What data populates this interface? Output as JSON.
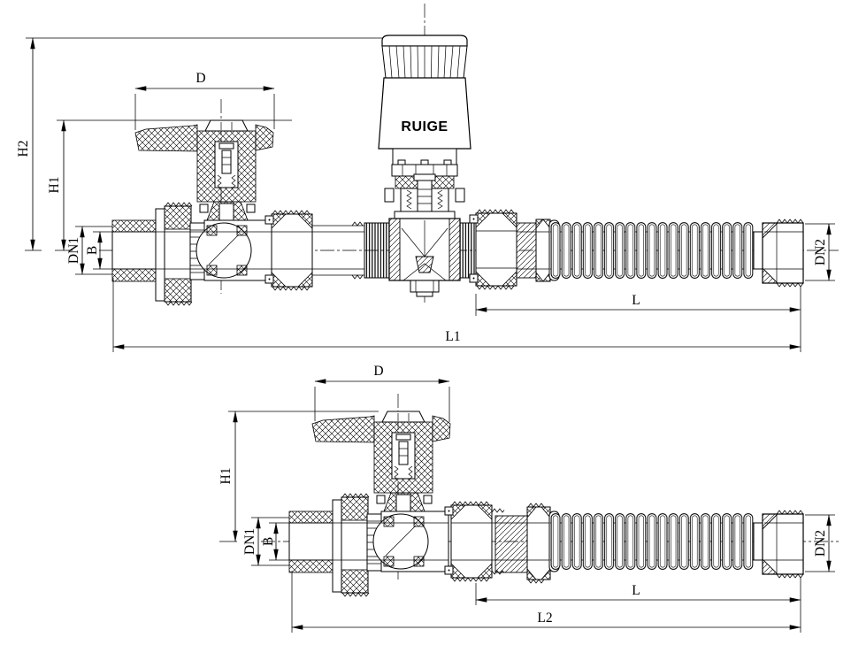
{
  "drawing": {
    "brand_label": "RUIGE",
    "colors": {
      "line": "#000000",
      "background": "#ffffff"
    },
    "top_view": {
      "labels": {
        "overall_height": "H2",
        "handle_height": "H1",
        "handle_width": "D",
        "inlet_size": "DN1",
        "bore": "B",
        "hose_length": "L",
        "overall_length": "L1",
        "outlet_size": "DN2"
      }
    },
    "bottom_view": {
      "labels": {
        "handle_width": "D",
        "handle_height": "H1",
        "inlet_size": "DN1",
        "bore": "B",
        "hose_length": "L",
        "overall_length": "L2",
        "outlet_size": "DN2"
      }
    }
  }
}
